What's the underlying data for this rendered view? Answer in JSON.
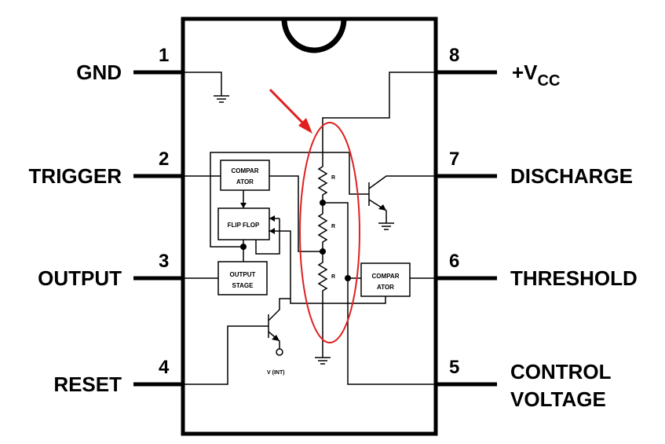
{
  "pins": {
    "p1": {
      "num": "1",
      "label": "GND"
    },
    "p2": {
      "num": "2",
      "label": "TRIGGER"
    },
    "p3": {
      "num": "3",
      "label": "OUTPUT"
    },
    "p4": {
      "num": "4",
      "label": "RESET"
    },
    "p5": {
      "num": "5",
      "label_line1": "CONTROL",
      "label_line2": "VOLTAGE"
    },
    "p6": {
      "num": "6",
      "label": "THRESHOLD"
    },
    "p7": {
      "num": "7",
      "label": "DISCHARGE"
    },
    "p8": {
      "num": "8",
      "label_main": "+V",
      "label_sub": "CC"
    }
  },
  "blocks": {
    "comparator_top": {
      "line1": "COMPAR",
      "line2": "ATOR"
    },
    "comparator_right": {
      "line1": "COMPAR",
      "line2": "ATOR"
    },
    "flip_flop": {
      "label": "FLIP FLOP"
    },
    "output_stage": {
      "line1": "OUTPUT",
      "line2": "STAGE"
    }
  },
  "resistors": {
    "r1": "R",
    "r2": "R",
    "r3": "R"
  },
  "vref_label": "V   (INT)",
  "colors": {
    "annotation": "#e02020",
    "ink": "#000000"
  }
}
